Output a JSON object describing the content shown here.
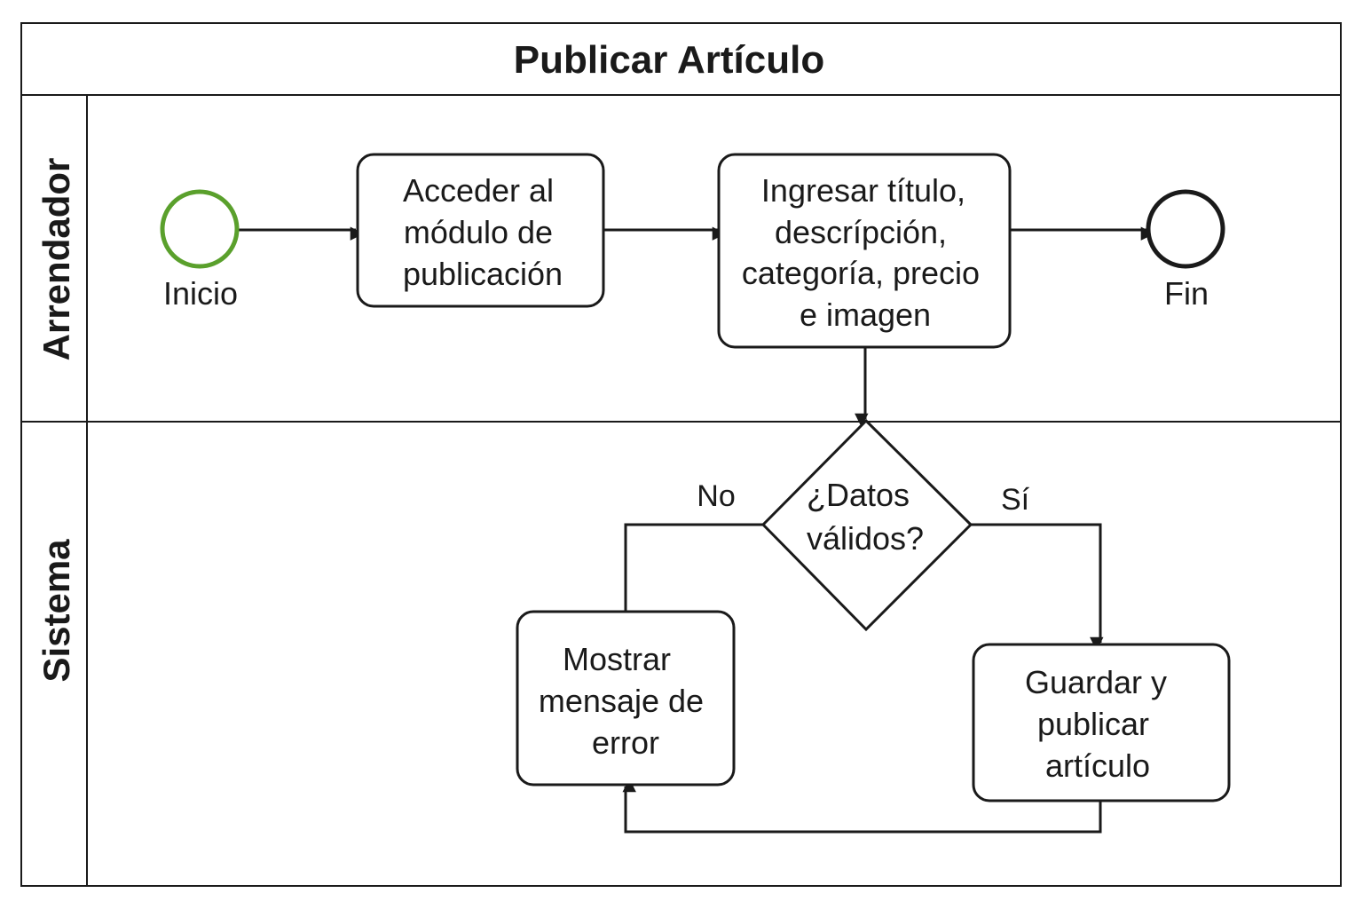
{
  "diagram": {
    "title": "Publicar Artículo",
    "lanes": [
      {
        "id": "arrendador",
        "label": "Arrendador"
      },
      {
        "id": "sistema",
        "label": "Sistema"
      }
    ],
    "events": {
      "start": {
        "label": "Inicio",
        "color": "#5aa02c"
      },
      "end": {
        "label": "Fin",
        "color": "#1a1a1a"
      }
    },
    "tasks": {
      "acceder": {
        "lines": [
          "Acceder al",
          "módulo de",
          "publicación"
        ]
      },
      "ingresar": {
        "lines": [
          "Ingresar título,",
          "descrípción,",
          "categoría, precio",
          "e imagen"
        ]
      },
      "mostrar": {
        "lines": [
          "Mostrar",
          "mensaje de",
          "error"
        ]
      },
      "guardar": {
        "lines": [
          "Guardar y",
          "publicar",
          "artículo"
        ]
      }
    },
    "gateway": {
      "lines": [
        "¿Datos",
        "válidos?"
      ]
    },
    "edge_labels": {
      "no": "No",
      "si": "Sí"
    },
    "colors": {
      "line": "#1a1a1a",
      "start_stroke": "#5aa02c",
      "background": "#ffffff"
    }
  }
}
